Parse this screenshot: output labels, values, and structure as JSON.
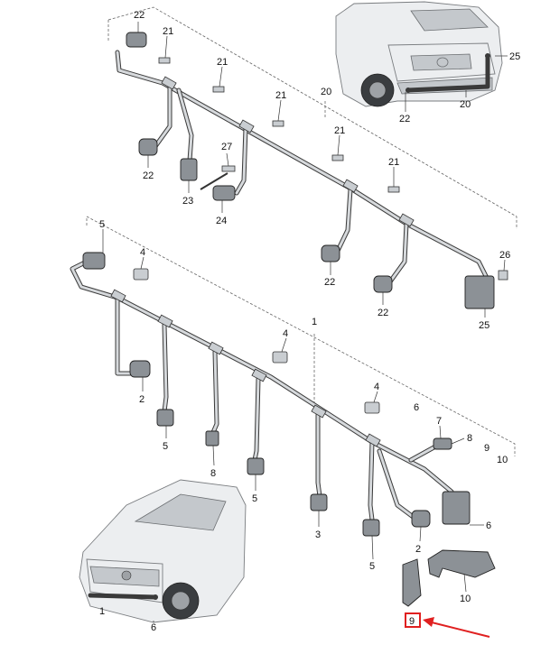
{
  "labels": [
    {
      "id": "22a",
      "text": "22"
    },
    {
      "id": "21a",
      "text": "21"
    },
    {
      "id": "21b",
      "text": "21"
    },
    {
      "id": "21c",
      "text": "21"
    },
    {
      "id": "21d",
      "text": "21"
    },
    {
      "id": "21e",
      "text": "21"
    },
    {
      "id": "20a",
      "text": "20"
    },
    {
      "id": "22b",
      "text": "22"
    },
    {
      "id": "23",
      "text": "23"
    },
    {
      "id": "27",
      "text": "27"
    },
    {
      "id": "24",
      "text": "24"
    },
    {
      "id": "22c",
      "text": "22"
    },
    {
      "id": "22d",
      "text": "22"
    },
    {
      "id": "26",
      "text": "26"
    },
    {
      "id": "25a",
      "text": "25"
    },
    {
      "id": "25b",
      "text": "25"
    },
    {
      "id": "22e",
      "text": "22"
    },
    {
      "id": "20b",
      "text": "20"
    },
    {
      "id": "5a",
      "text": "5"
    },
    {
      "id": "4a",
      "text": "4"
    },
    {
      "id": "1a",
      "text": "1"
    },
    {
      "id": "4b",
      "text": "4"
    },
    {
      "id": "2a",
      "text": "2"
    },
    {
      "id": "5b",
      "text": "5"
    },
    {
      "id": "8a",
      "text": "8"
    },
    {
      "id": "5c",
      "text": "5"
    },
    {
      "id": "4c",
      "text": "4"
    },
    {
      "id": "6a",
      "text": "6"
    },
    {
      "id": "7",
      "text": "7"
    },
    {
      "id": "8b",
      "text": "8"
    },
    {
      "id": "9a",
      "text": "9"
    },
    {
      "id": "10a",
      "text": "10"
    },
    {
      "id": "3",
      "text": "3"
    },
    {
      "id": "6b",
      "text": "6"
    },
    {
      "id": "5d",
      "text": "5"
    },
    {
      "id": "2b",
      "text": "2"
    },
    {
      "id": "10b",
      "text": "10"
    },
    {
      "id": "1b",
      "text": "1"
    },
    {
      "id": "6c",
      "text": "6"
    },
    {
      "id": "9b",
      "text": "9"
    }
  ],
  "highlight": {
    "label_id": "9b",
    "color": "#e02020"
  }
}
